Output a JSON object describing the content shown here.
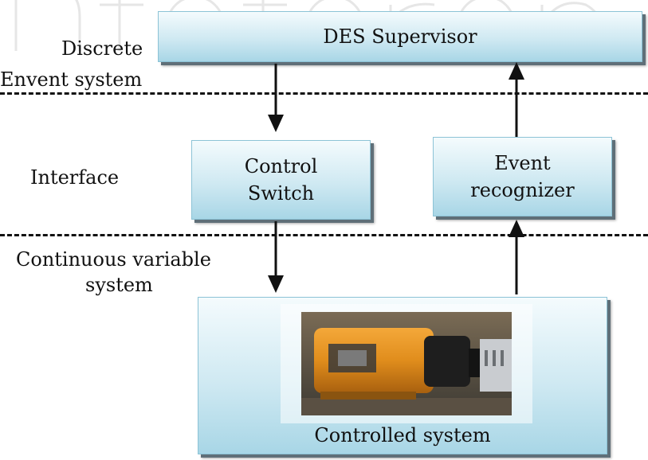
{
  "nodes": {
    "supervisor": "DES Supervisor",
    "control_switch": [
      "Control",
      "Switch"
    ],
    "event_recognizer": [
      "Event",
      "recognizer"
    ],
    "controlled_system": "Controlled system"
  },
  "layers": {
    "discrete": [
      "Discrete",
      "Envent system"
    ],
    "interface": "Interface",
    "continuous": [
      "Continuous variable",
      "system"
    ]
  },
  "colors": {
    "box_light": "#f4fbfd",
    "box_dark": "#a8d6e6",
    "box_border": "#8cc3d6",
    "arrow": "#111111"
  },
  "image": {
    "subject": "electric motor photo",
    "icon": "motor-photo"
  }
}
